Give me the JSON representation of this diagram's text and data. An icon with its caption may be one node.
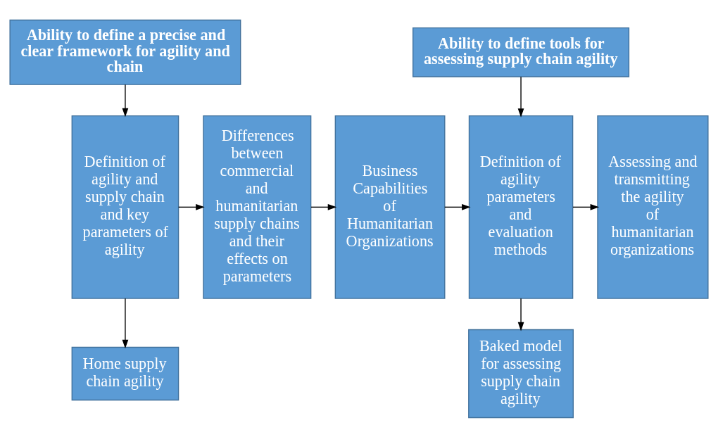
{
  "diagram": {
    "nodes": [
      {
        "text": [
          "Ability to define a precise and clear framework for agility and chain"
        ]
      },
      {
        "text": [
          "Ability to define tools for assessing supply chain agility"
        ]
      },
      {
        "text": [
          "Definition of agility and supply chain and key parameters of agility"
        ]
      },
      {
        "text": [
          "Differences between commercial and humanitarian supply chains and their effects on parameters"
        ]
      },
      {
        "text": [
          "Business Capabilities of Humanitarian Organizations"
        ]
      },
      {
        "text": [
          "Definition of agility parameters and evaluation methods"
        ]
      },
      {
        "text": [
          "Assessing and transmitting the agility of humanitarian organizations"
        ]
      },
      {
        "text": [
          "Home supply chain agility"
        ]
      },
      {
        "text": [
          "Baked model for assessing supply chain agility"
        ]
      }
    ],
    "edges": [
      {
        "from": 0,
        "to": 2,
        "arrow": "to"
      },
      {
        "from": 1,
        "to": 5,
        "arrow": "to"
      },
      {
        "from": 2,
        "to": 3,
        "arrow": "to"
      },
      {
        "from": 3,
        "to": 4,
        "arrow": "to"
      },
      {
        "from": 4,
        "to": 5,
        "arrow": "to"
      },
      {
        "from": 5,
        "to": 6,
        "arrow": "to"
      },
      {
        "from": 2,
        "to": 7,
        "arrow": "to"
      },
      {
        "from": 5,
        "to": 8,
        "arrow": "to"
      }
    ]
  }
}
